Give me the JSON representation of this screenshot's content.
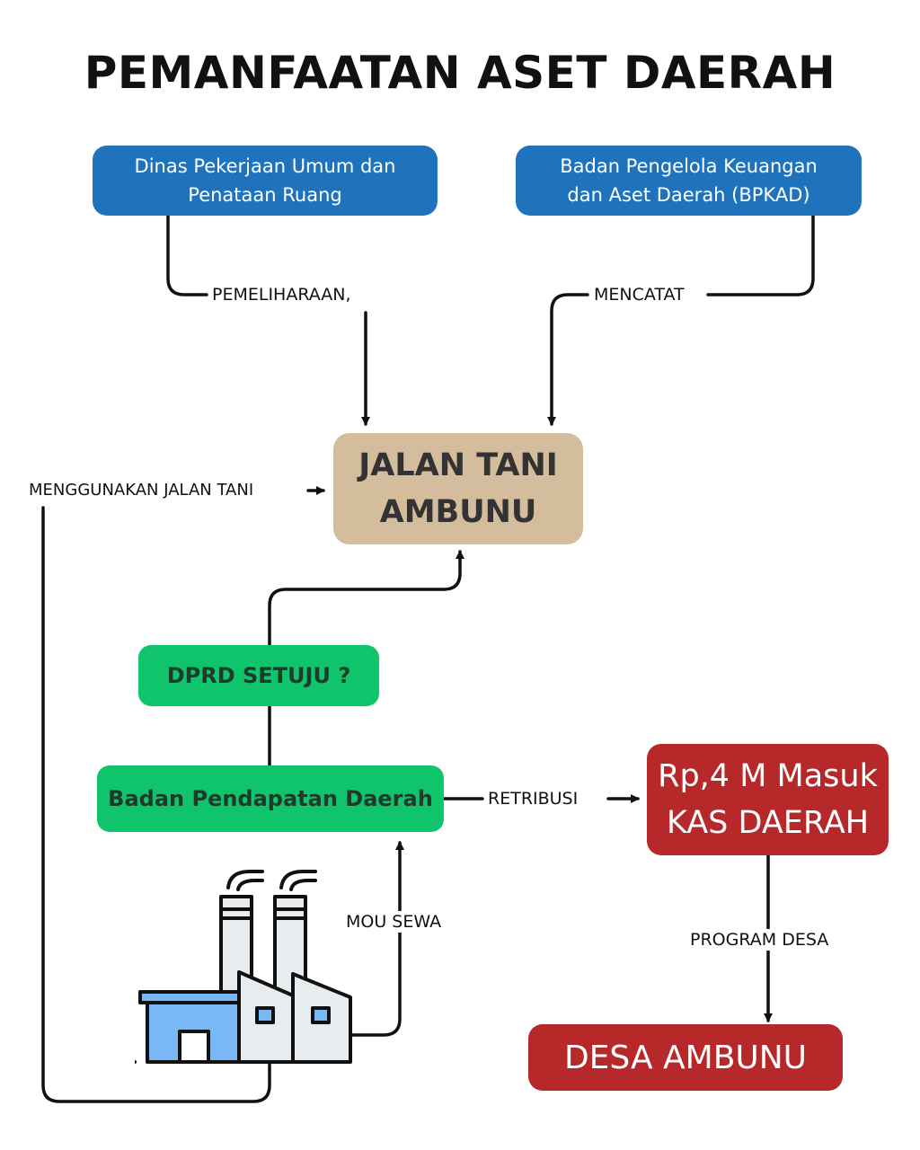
{
  "title": "PEMANFAATAN ASET DAERAH",
  "nodes": {
    "dinas_pu": {
      "line1": "Dinas Pekerjaan Umum dan",
      "line2": "Penataan Ruang"
    },
    "bpkad": {
      "line1": "Badan Pengelola Keuangan",
      "line2": "dan Aset Daerah (BPKAD)"
    },
    "jalan_tani": {
      "line1": "JALAN TANI",
      "line2": "AMBUNU"
    },
    "dprd": "DPRD SETUJU ?",
    "bapenda": "Badan Pendapatan Daerah",
    "kas_daerah": {
      "line1": "Rp,4 M Masuk",
      "line2": "KAS DAERAH"
    },
    "desa": "DESA AMBUNU"
  },
  "edges": {
    "pemeliharaan": "PEMELIHARAAN,",
    "mencatat": "MENCATAT",
    "menggunakan": "MENGGUNAKAN JALAN TANI",
    "retribusi": "RETRIBUSI",
    "mou_sewa": "MOU SEWA",
    "program_desa": "PROGRAM DESA"
  },
  "colors": {
    "blue": "#1f73bd",
    "tan": "#d4bd9c",
    "green": "#10c46c",
    "red": "#b7282a",
    "factory_blue": "#7ab8f5",
    "factory_grey": "#e8ecef"
  },
  "icons": {
    "factory": "factory-icon"
  }
}
